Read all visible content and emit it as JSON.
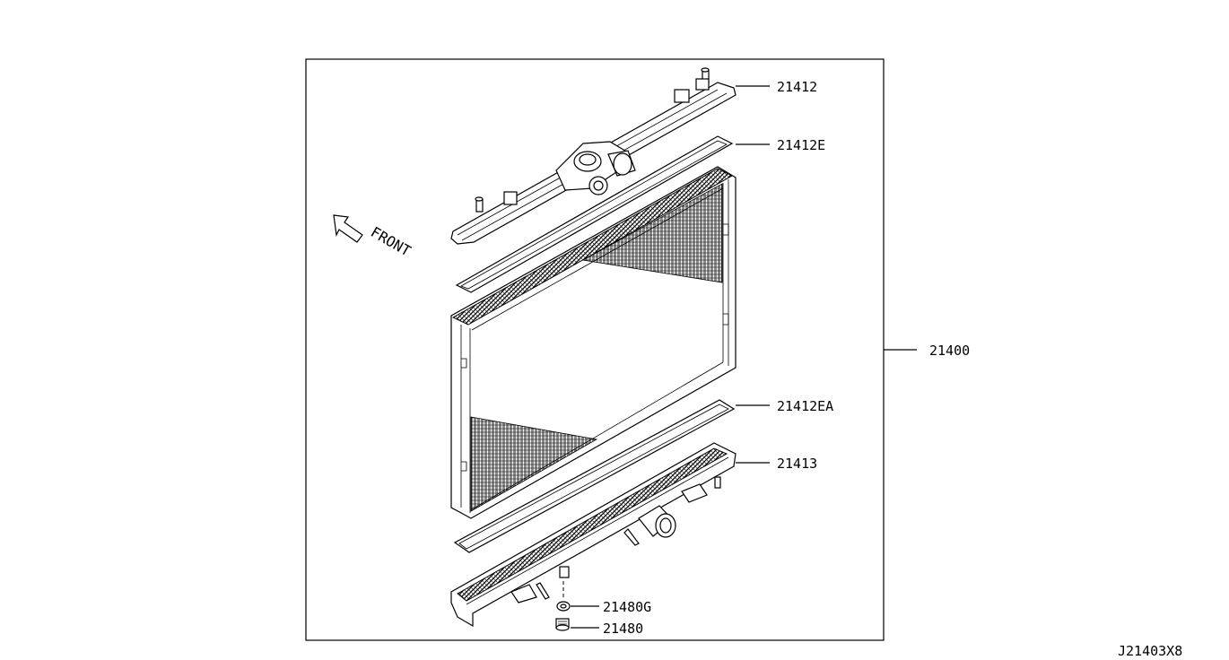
{
  "diagram": {
    "title_code": "J21403X8",
    "front_label": "FRONT",
    "assembly_label": "21400",
    "part_labels": [
      {
        "id": "upper-tank",
        "text": "21412"
      },
      {
        "id": "upper-seal",
        "text": "21412E"
      },
      {
        "id": "lower-seal",
        "text": "21412EA"
      },
      {
        "id": "lower-tank",
        "text": "21413"
      },
      {
        "id": "drain-packing",
        "text": "21480G"
      },
      {
        "id": "drain-plug",
        "text": "21480"
      }
    ]
  }
}
